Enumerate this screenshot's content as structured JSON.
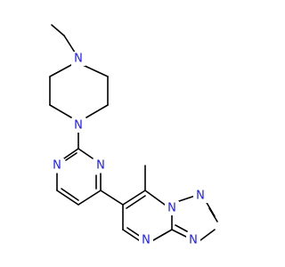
{
  "molecule": {
    "colors": {
      "carbon_bond": "#000000",
      "nitrogen": "#1a1aff",
      "background": "#ffffff"
    },
    "atom_labels": {
      "n_ethyl": "N",
      "n_aryl": "N",
      "n_pyr_left": "N",
      "n_pyr_right": "N",
      "n_tri_a": "N",
      "n_tri_b": "N",
      "n_tri_bridge": "N",
      "n_pyrimidine_bottom": "N"
    }
  }
}
